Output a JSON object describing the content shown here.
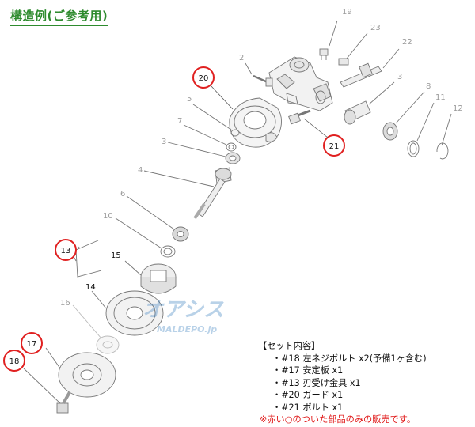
{
  "title": "構造例(ご参考用)",
  "callouts": {
    "n19": "19",
    "n23": "23",
    "n22": "22",
    "n2": "2",
    "n3a": "3",
    "n8": "8",
    "n11": "11",
    "n12": "12",
    "n5": "5",
    "n7": "7",
    "n3b": "3",
    "n4": "4",
    "n6": "6",
    "n10": "10",
    "n15": "15",
    "n14": "14",
    "n16": "16"
  },
  "highlighted": {
    "n20": "20",
    "n21": "21",
    "n13": "13",
    "n17": "17",
    "n18": "18"
  },
  "set_contents": {
    "heading": "【セット内容】",
    "items": [
      "・#18 左ネジボルト x2(予備1ヶ含む)",
      "・#17 安定板 x1",
      "・#13 刃受け金具 x1",
      "・#20 ガード x1",
      "・#21 ボルト x1"
    ],
    "note": "※赤い○のついた部品のみの販売です。"
  },
  "watermark": {
    "brand": "オアシス",
    "site": "MALDEPO.jp"
  },
  "colors": {
    "title": "#2e8b2e",
    "highlight_circle": "#e02020",
    "note": "#e01818"
  }
}
